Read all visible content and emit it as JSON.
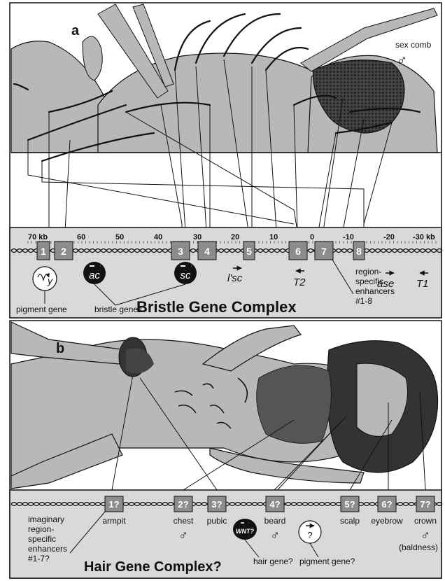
{
  "panel_a": {
    "label": "a",
    "sex_comb_label": "sex comb",
    "male_symbol": "♂",
    "scale_ticks": [
      "70 kb",
      "60",
      "50",
      "40",
      "30",
      "20",
      "10",
      "0",
      "-10",
      "-20",
      "-30 kb"
    ],
    "enhancers": [
      "1",
      "2",
      "3",
      "4",
      "5",
      "6",
      "7",
      "8"
    ],
    "genes": {
      "y": "y",
      "ac": "ac",
      "sc": "sc",
      "lsc": "l'sc",
      "t2": "T2",
      "ase": "ase",
      "t1": "T1"
    },
    "labels": {
      "pigment_gene": "pigment gene",
      "bristle_genes": "bristle genes",
      "region_specific_enhancers": [
        "region-",
        "specific",
        "enhancers",
        "#1-8"
      ],
      "complex_title": "Bristle Gene Complex"
    }
  },
  "panel_b": {
    "label": "b",
    "enhancers": [
      "1?",
      "2?",
      "3?",
      "4?",
      "5?",
      "6?",
      "7?"
    ],
    "region_labels": [
      "armpit",
      "chest",
      "pubic",
      "beard",
      "scalp",
      "eyebrow",
      "crown"
    ],
    "male_symbol": "♂",
    "baldness_label": "(baldness)",
    "imaginary_label": [
      "imaginary",
      "region-",
      "specific",
      "enhancers",
      "#1-7?"
    ],
    "wnt_label": "WNT?",
    "hair_gene_label": "hair gene?",
    "pigment_gene_label": "pigment gene?",
    "pigment_symbol": "?",
    "complex_title": "Hair Gene Complex?"
  },
  "colors": {
    "panel_bg": "#d9d9d9",
    "body_fill": "#b8b8b8",
    "enhancer_box": "#8c8c8c",
    "ink": "#111111"
  }
}
